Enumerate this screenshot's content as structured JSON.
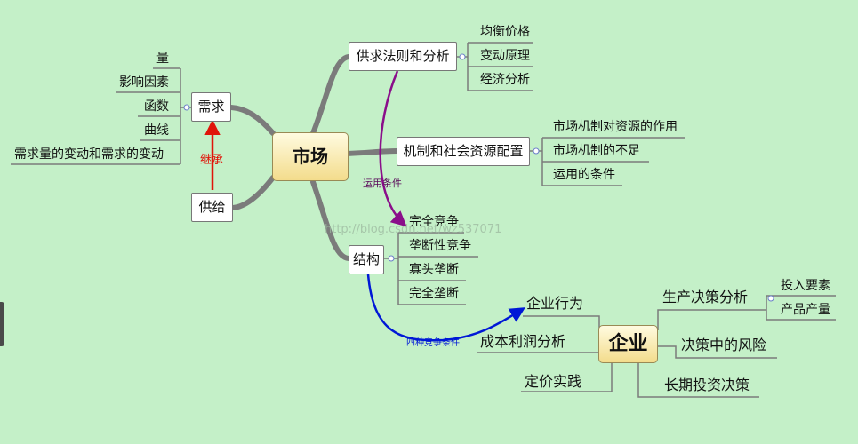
{
  "colors": {
    "background": "#c4f0c8",
    "branch": "#7b7b7b",
    "purple_arrow": "#8a0e8a",
    "blue_arrow": "#0018d6",
    "red_arrow": "#e0140a"
  },
  "watermark": "http://blog.csdn.net/wz537071",
  "market": {
    "title": "市场",
    "supply_demand_law": {
      "label": "供求法则和分析",
      "children": [
        "均衡价格",
        "变动原理",
        "经济分析"
      ]
    },
    "mechanism": {
      "label": "机制和社会资源配置",
      "children": [
        "市场机制对资源的作用",
        "市场机制的不足",
        "运用的条件"
      ]
    },
    "structure": {
      "label": "结构",
      "children": [
        "完全竞争",
        "垄断性竞争",
        "寡头垄断",
        "完全垄断"
      ]
    },
    "demand": {
      "label": "需求",
      "children": [
        "量",
        "影响因素",
        "函数",
        "曲线",
        "需求量的变动和需求的变动"
      ]
    },
    "supply": {
      "label": "供给"
    },
    "inherit_label": "继承",
    "apply_conditions_label": "运用条件",
    "four_competition_label": "四种竞争条件"
  },
  "enterprise": {
    "title": "企业",
    "behavior": "企业行为",
    "cost_profit": "成本利润分析",
    "pricing": "定价实践",
    "production": {
      "label": "生产决策分析",
      "children": [
        "投入要素",
        "产品产量"
      ]
    },
    "risk": "决策中的风险",
    "long_term": "长期投资决策"
  }
}
